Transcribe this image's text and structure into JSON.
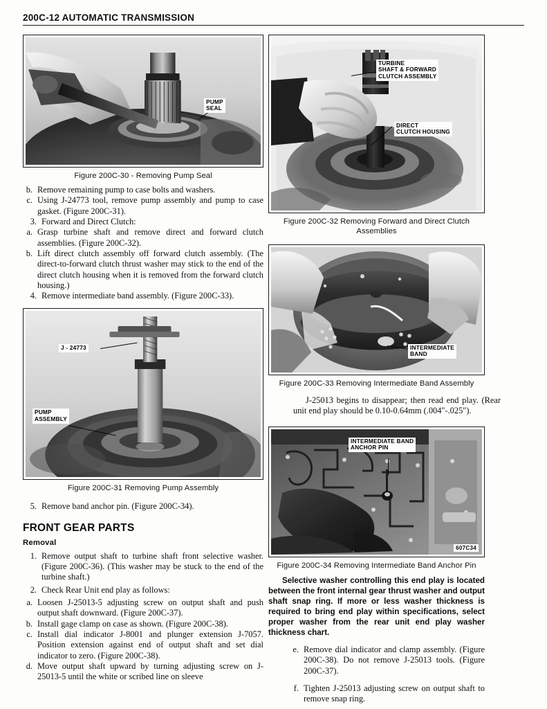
{
  "header": {
    "page_number": "200C-12",
    "title": "AUTOMATIC TRANSMISSION",
    "full": "200C-12  AUTOMATIC TRANSMISSION"
  },
  "figures": {
    "f30": {
      "caption": "Figure 200C-30 - Removing Pump Seal",
      "callouts": [
        {
          "name": "pump-seal",
          "text": "PUMP\nSEAL"
        }
      ]
    },
    "f31": {
      "caption": "Figure 200C-31 Removing Pump Assembly",
      "callouts": [
        {
          "name": "tool-j-24773",
          "text": "J - 24773"
        },
        {
          "name": "pump-assembly",
          "text": "PUMP\nASSEMBLY"
        }
      ]
    },
    "f32": {
      "caption": "Figure 200C-32 Removing Forward and Direct Clutch Assemblies",
      "callouts": [
        {
          "name": "turbine-shaft-forward-clutch",
          "text": "TURBINE\nSHAFT & FORWARD\nCLUTCH ASSEMBLY"
        },
        {
          "name": "direct-clutch-housing",
          "text": "DIRECT\nCLUTCH HOUSING"
        }
      ]
    },
    "f33": {
      "caption": "Figure 200C-33 Removing Intermediate Band Assembly",
      "callouts": [
        {
          "name": "intermediate-band",
          "text": "INTERMEDIATE\nBAND"
        }
      ]
    },
    "f34": {
      "caption": "Figure 200C-34 Removing Intermediate Band Anchor Pin",
      "callouts": [
        {
          "name": "intermediate-band-anchor-pin",
          "text": "INTERMEDIATE BAND\nANCHOR PIN"
        }
      ],
      "figure_id": "607C34"
    }
  },
  "left_column": {
    "steps_top": [
      {
        "marker": "b.",
        "text": "Remove remaining pump to case bolts and washers.",
        "level": 2
      },
      {
        "marker": "c.",
        "text": "Using J-24773 tool, remove pump assembly and pump to case gasket. (Figure 200C-31).",
        "level": 2
      },
      {
        "marker": "3.",
        "text": "Forward and Direct Clutch:",
        "level": 1
      },
      {
        "marker": "a.",
        "text": "Grasp turbine shaft and remove direct and forward clutch assemblies. (Figure 200C-32).",
        "level": 2
      },
      {
        "marker": "b.",
        "text": "Lift direct clutch assembly off forward clutch assembly. (The direct-to-forward clutch thrust washer may stick to the end of the direct clutch housing when it is removed from the forward clutch housing.)",
        "level": 2
      },
      {
        "marker": "4.",
        "text": "Remove intermediate band assembly. (Figure 200C-33).",
        "level": 1
      }
    ],
    "step_after_fig31": {
      "marker": "5.",
      "text": "Remove band anchor pin. (Figure 200C-34)."
    },
    "section_title": "FRONT GEAR PARTS",
    "sub_title": "Removal",
    "steps_bottom": [
      {
        "marker": "1.",
        "text": "Remove output shaft to turbine shaft front selective washer. (Figure 200C-36). (This washer may be stuck to the end of the turbine shaft.)",
        "level": 1
      },
      {
        "marker": "2.",
        "text": "Check Rear Unit end play as follows:",
        "level": 1
      },
      {
        "marker": "a.",
        "text": "Loosen J-25013-5 adjusting screw on output shaft and push output shaft downward. (Figure 200C-37).",
        "level": 2
      },
      {
        "marker": "b.",
        "text": "Install gage clamp on case as shown. (Figure 200C-38).",
        "level": 2
      },
      {
        "marker": "c.",
        "text": "Install dial indicator J-8001 and plunger extension J-7057. Position extension against end of output shaft and set dial indicator to zero. (Figure 200C-38).",
        "level": 2
      },
      {
        "marker": "d.",
        "text": "Move output shaft upward by turning adjusting screw on J-25013-5 until the white or scribed line on sleeve",
        "level": 2
      }
    ]
  },
  "right_column": {
    "continuation_para": "J-25013 begins to disappear; then read end play. (Rear unit end play should be 0.10-0.64mm (.004\"-.025\").",
    "note_paragraph": "Selective washer controlling this end play is located between the front internal gear thrust washer and output shaft snap ring. If more or less washer thickness is required to bring end play within specifications, select proper washer from the rear unit end play washer thickness chart.",
    "steps_bottom": [
      {
        "marker": "e.",
        "text": "Remove dial indicator and clamp assembly. (Figure 200C-38). Do not remove J-25013 tools. (Figure 200C-37).",
        "level": 2
      },
      {
        "marker": "f.",
        "text": "Tighten J-25013 adjusting screw on output shaft to remove snap ring.",
        "level": 2
      }
    ]
  },
  "colors": {
    "ink": "#101010",
    "paper": "#fdfdfb",
    "rule": "#1a1a1a",
    "callout_bg": "#f4f4f0"
  }
}
